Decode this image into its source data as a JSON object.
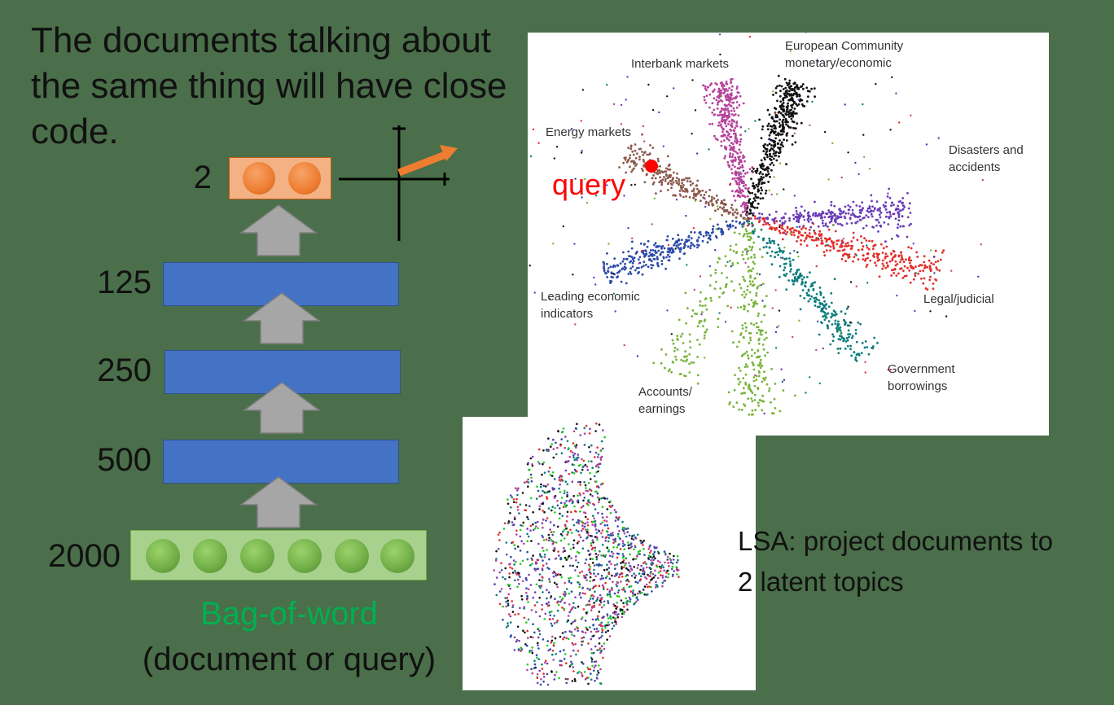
{
  "title": "The documents talking about the same thing will have close code.",
  "layers": {
    "code": "2",
    "l125": "125",
    "l250": "250",
    "l500": "500",
    "input": "2000"
  },
  "bow_caption": {
    "line1": "Bag-of-word",
    "line2": "(document or query)"
  },
  "autoencoder_plot": {
    "query_label": "query",
    "clusters": [
      {
        "name": "European Community monetary/economic",
        "line1": "European Community",
        "line2": "monetary/economic",
        "color": "#111111"
      },
      {
        "name": "Interbank markets",
        "line1": "Interbank markets",
        "line2": "",
        "color": "#b6439c"
      },
      {
        "name": "Energy markets",
        "line1": "Energy markets",
        "line2": "",
        "color": "#8b5a4c"
      },
      {
        "name": "Disasters and accidents",
        "line1": "Disasters and",
        "line2": "accidents",
        "color": "#6a3db8"
      },
      {
        "name": "Leading economic indicators",
        "line1": "Leading economic",
        "line2": "indicators",
        "color": "#2c4aa8"
      },
      {
        "name": "Legal/judicial",
        "line1": "Legal/judicial",
        "line2": "",
        "color": "#e0302a"
      },
      {
        "name": "Government borrowings",
        "line1": "Government",
        "line2": "borrowings",
        "color": "#0c7c7c"
      },
      {
        "name": "Accounts/ earnings",
        "line1": "Accounts/",
        "line2": "earnings",
        "color": "#78b43c"
      }
    ],
    "query_color": "#ff0000"
  },
  "lsa_text": {
    "line1": "LSA: project documents to",
    "line2": "2 latent topics"
  },
  "colors": {
    "background": "#4a6f4a",
    "layer_fill": "#4472c4",
    "arrow_fill": "#a6a6a6",
    "code_fill": "#f4b183",
    "code_circle": "#ed7d31",
    "bow_fill": "#a9d18e",
    "bow_circle": "#70ad47",
    "bow_caption_color": "#00b050"
  }
}
